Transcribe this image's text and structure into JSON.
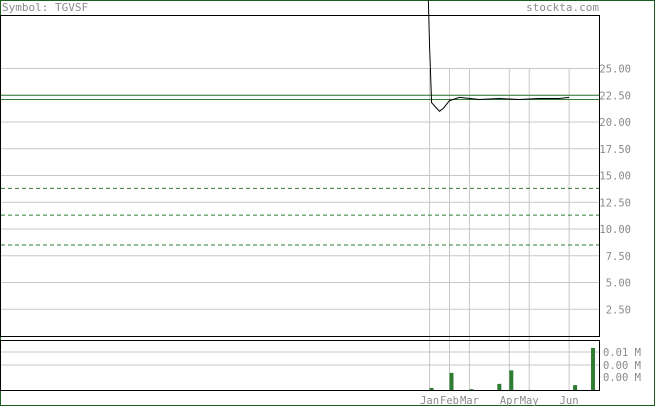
{
  "chart_data": {
    "type": "line",
    "symbol_label": "Symbol: TGVSF",
    "watermark": "stockta.com",
    "price_axis": {
      "range": [
        0,
        30
      ],
      "ticks": [
        {
          "value": 25,
          "label": "25.00"
        },
        {
          "value": 22.5,
          "label": "22.50"
        },
        {
          "value": 20,
          "label": "20.00"
        },
        {
          "value": 17.5,
          "label": "17.50"
        },
        {
          "value": 15,
          "label": "15.00"
        },
        {
          "value": 12.5,
          "label": "12.50"
        },
        {
          "value": 10,
          "label": "10.00"
        },
        {
          "value": 7.5,
          "label": "7.50"
        },
        {
          "value": 5,
          "label": "5.00"
        },
        {
          "value": 2.5,
          "label": "2.50"
        }
      ]
    },
    "volume_axis": {
      "range": [
        0,
        0.012
      ],
      "ticks": [
        {
          "value": 0.01,
          "label": "0.01 M"
        },
        {
          "value": 0.005,
          "label": "0.00 M"
        },
        {
          "value": 0.0,
          "label": "0.00 M"
        }
      ]
    },
    "x_range": [
      0,
      30
    ],
    "months": [
      {
        "x": 21.5,
        "label": "Jan"
      },
      {
        "x": 22.5,
        "label": "Feb"
      },
      {
        "x": 23.5,
        "label": "Mar"
      },
      {
        "x": 25.5,
        "label": "Apr"
      },
      {
        "x": 26.5,
        "label": "May"
      },
      {
        "x": 28.5,
        "label": "Jun"
      }
    ],
    "price_series": {
      "x": [
        21.4,
        21.5,
        21.6,
        21.8,
        22.0,
        22.2,
        22.5,
        23.0,
        24.0,
        25.0,
        26.0,
        27.0,
        28.0,
        28.5
      ],
      "values": [
        34,
        27,
        21.8,
        21.4,
        21.0,
        21.3,
        22.0,
        22.3,
        22.1,
        22.2,
        22.1,
        22.2,
        22.2,
        22.3
      ]
    },
    "horizontal_lines": [
      {
        "value": 22.1,
        "style": "solid",
        "color": "#2e7d32"
      },
      {
        "value": 22.5,
        "style": "solid",
        "color": "#2e7d32"
      },
      {
        "value": 13.8,
        "style": "dashed",
        "color": "#2e7d32"
      },
      {
        "value": 11.3,
        "style": "dashed",
        "color": "#2e7d32"
      },
      {
        "value": 8.5,
        "style": "dashed",
        "color": "#2e7d32"
      }
    ],
    "volume_bars": [
      {
        "x": 21.6,
        "value": 0.0005
      },
      {
        "x": 22.6,
        "value": 0.0042
      },
      {
        "x": 23.6,
        "value": 0.0002
      },
      {
        "x": 25.0,
        "value": 0.0015
      },
      {
        "x": 25.6,
        "value": 0.0048
      },
      {
        "x": 28.8,
        "value": 0.0012
      },
      {
        "x": 29.7,
        "value": 0.0103
      }
    ],
    "colors": {
      "price_line": "#000000",
      "volume": "#2e7d32",
      "grid": "#c8c8c8",
      "text": "#8a8a8a",
      "frame": "#1b5e20"
    },
    "grid": true
  }
}
